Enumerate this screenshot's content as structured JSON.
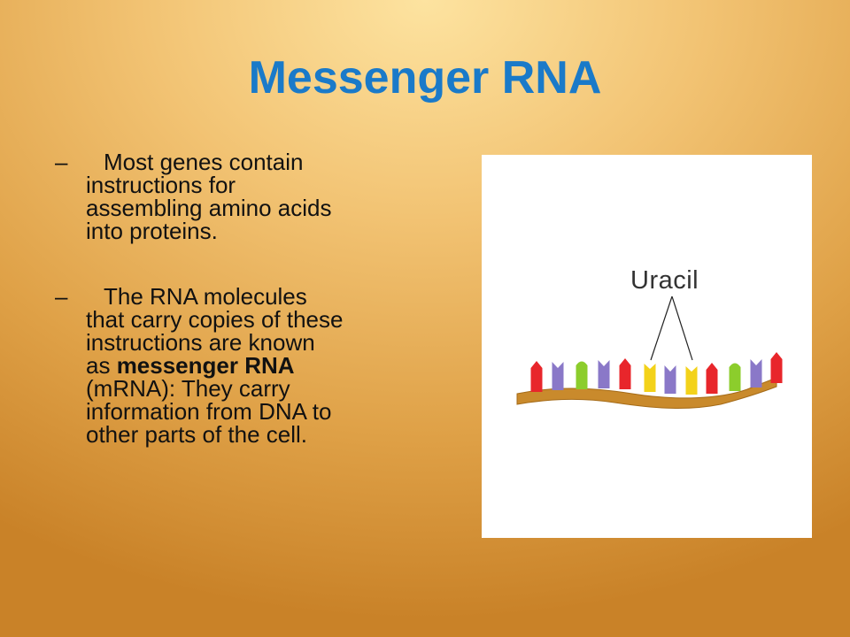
{
  "slide": {
    "title": "Messenger RNA",
    "bullets": [
      {
        "dash": "–",
        "lines": [
          "Most genes contain",
          "instructions for",
          "assembling amino acids",
          "into proteins."
        ]
      },
      {
        "dash": "–",
        "lines": [
          "The RNA molecules",
          "that carry copies of these",
          "instructions are known"
        ],
        "line4_prefix": "as ",
        "line4_bold": "messenger RNA",
        "lines_after": [
          "(mRNA): They carry",
          "information from DNA to",
          "other parts of the cell."
        ]
      }
    ]
  },
  "figure": {
    "label": "Uracil",
    "colors": {
      "red": "#e8262b",
      "purple": "#8a78c8",
      "green": "#8ccd2c",
      "yellow": "#f3d21a",
      "backbone": "#c98a2c"
    },
    "bases": [
      "red",
      "purple",
      "green",
      "purple",
      "red",
      "yellow",
      "purple",
      "yellow",
      "red",
      "green",
      "purple",
      "red"
    ],
    "uracil_highlighted": [
      5,
      7
    ]
  }
}
